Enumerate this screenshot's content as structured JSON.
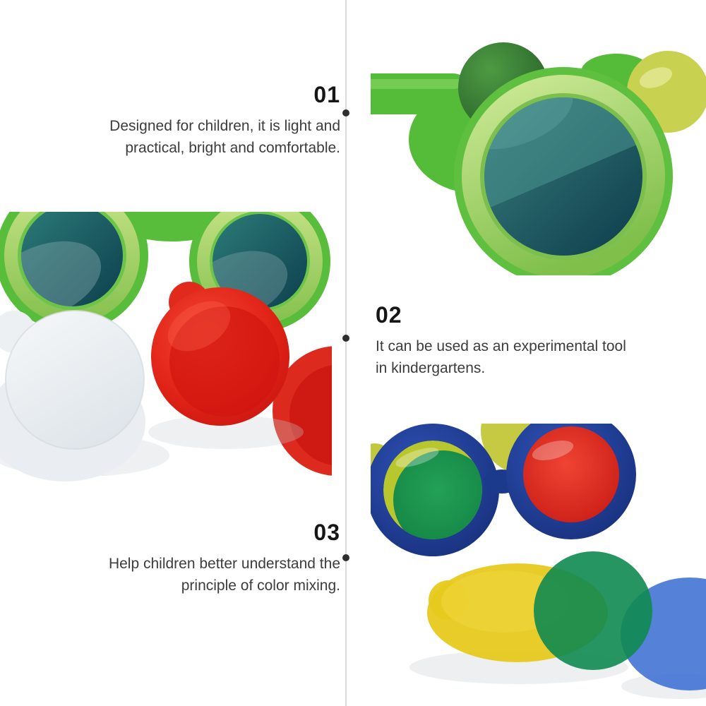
{
  "page": {
    "background": "#ffffff"
  },
  "sections": [
    {
      "number": "01",
      "text_lines": [
        "Designed for children, it is light and",
        "practical, bright and comfortable."
      ],
      "align": "right"
    },
    {
      "number": "02",
      "text_lines": [
        "It can be used as an experimental tool",
        "in kindergartens."
      ],
      "align": "left"
    },
    {
      "number": "03",
      "text_lines": [
        "Help children better understand the",
        "principle of color mixing."
      ],
      "align": "right"
    }
  ],
  "figures": [
    {
      "name": "green-glasses-with-white-and-red-filters-photo"
    },
    {
      "name": "green-glasses-lens-closeup-photo"
    },
    {
      "name": "blue-glasses-with-color-paddles-photo"
    }
  ],
  "colors": {
    "background": "#ffffff",
    "divider": "#dadada",
    "divider_dot": "#2e2e2e",
    "heading_text": "#161616",
    "body_text": "#3c3c3c",
    "frame_green": "#57bd3a",
    "rim_lime": "#a8d75f",
    "lens_teal": "#14505c",
    "dark_green_lens": "#2d6b2f",
    "yellow_green_filter": "#c9d150",
    "filter_red": "#e02a1c",
    "filter_white": "#eef1f4",
    "frame_blue": "#1c3a8e",
    "lens_green": "#189246",
    "paddle_yellow": "#e7c91d",
    "paddle_green": "#0f8a50",
    "paddle_blue": "#3f70d4"
  }
}
